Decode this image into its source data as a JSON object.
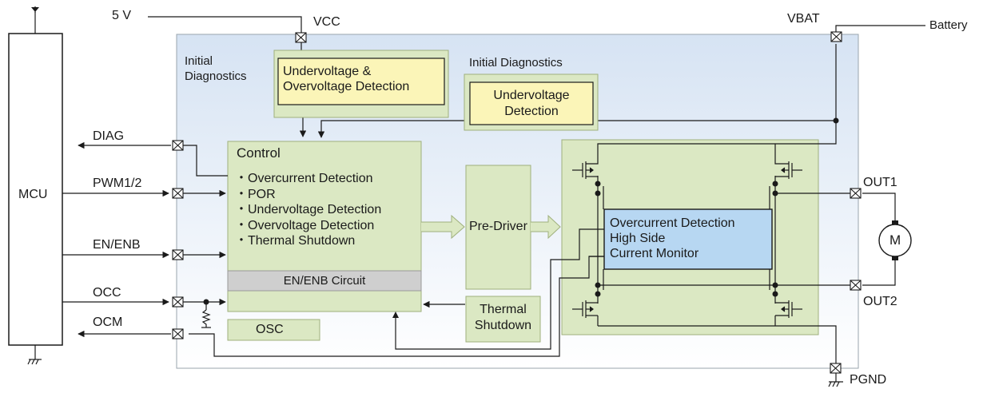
{
  "labels": {
    "supply_5v": "5 V",
    "vcc": "VCC",
    "vbat": "VBAT",
    "battery": "Battery",
    "mcu": "MCU",
    "diag": "DIAG",
    "pwm": "PWM1/2",
    "en": "EN/ENB",
    "occ": "OCC",
    "ocm": "OCM",
    "out1": "OUT1",
    "out2": "OUT2",
    "pgnd": "PGND",
    "motor": "M"
  },
  "blocks": {
    "initial_diag_left": [
      "Initial",
      "Diagnostics"
    ],
    "uv_ov_detection": [
      "Undervoltage &",
      "Overvoltage Detection"
    ],
    "initial_diag_right": "Initial Diagnostics",
    "uv_detection": [
      "Undervoltage",
      "Detection"
    ],
    "control_title": "Control",
    "control_items": [
      "・Overcurrent Detection",
      "・POR",
      "・Undervoltage Detection",
      "・Overvoltage Detection",
      "・Thermal Shutdown"
    ],
    "en_circuit": "EN/ENB Circuit",
    "osc": "OSC",
    "pre_driver": "Pre-Driver",
    "thermal_shutdown": [
      "Thermal",
      "Shutdown"
    ],
    "oc_detection": [
      "Overcurrent Detection",
      "High Side",
      "Current Monitor"
    ]
  },
  "colors": {
    "ic_bg": "#dce8f5",
    "green": "#dbe8c3",
    "yellow": "#fbf5b8",
    "blue_box": "#b7d7f2",
    "gray": "#cfcfcf",
    "line": "#1a1a1a"
  }
}
